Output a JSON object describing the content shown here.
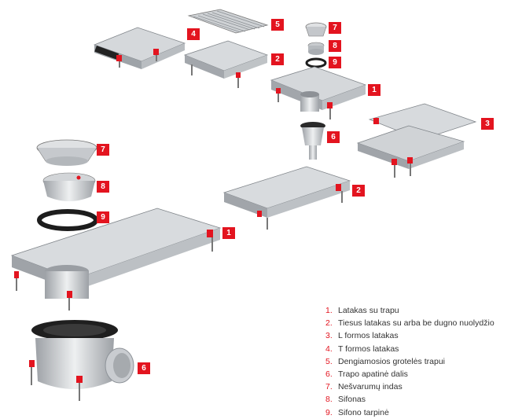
{
  "badges": {
    "b4": "4",
    "b5": "5",
    "b2top": "2",
    "b7top": "7",
    "b8top": "8",
    "b9top": "9",
    "b1mid": "1",
    "b3": "3",
    "b6top": "6",
    "b2mid": "2",
    "b7": "7",
    "b8": "8",
    "b9": "9",
    "b1": "1",
    "b6": "6"
  },
  "legend": [
    {
      "num": "1.",
      "text": "Latakas su trapu"
    },
    {
      "num": "2.",
      "text": "Tiesus latakas su arba be dugno nuolydžio"
    },
    {
      "num": "3.",
      "text": "L formos latakas"
    },
    {
      "num": "4.",
      "text": "T formos latakas"
    },
    {
      "num": "5.",
      "text": "Dengiamosios grotelės trapui"
    },
    {
      "num": "6.",
      "text": "Trapo apatinė dalis"
    },
    {
      "num": "7.",
      "text": "Nešvarumų indas"
    },
    {
      "num": "8.",
      "text": "Sifonas"
    },
    {
      "num": "9.",
      "text": "Sifono tarpinė"
    }
  ],
  "colors": {
    "accent": "#e3141f",
    "steel": "#c9ccd0",
    "steel_dark": "#8e9399",
    "black": "#1d1d1d"
  }
}
